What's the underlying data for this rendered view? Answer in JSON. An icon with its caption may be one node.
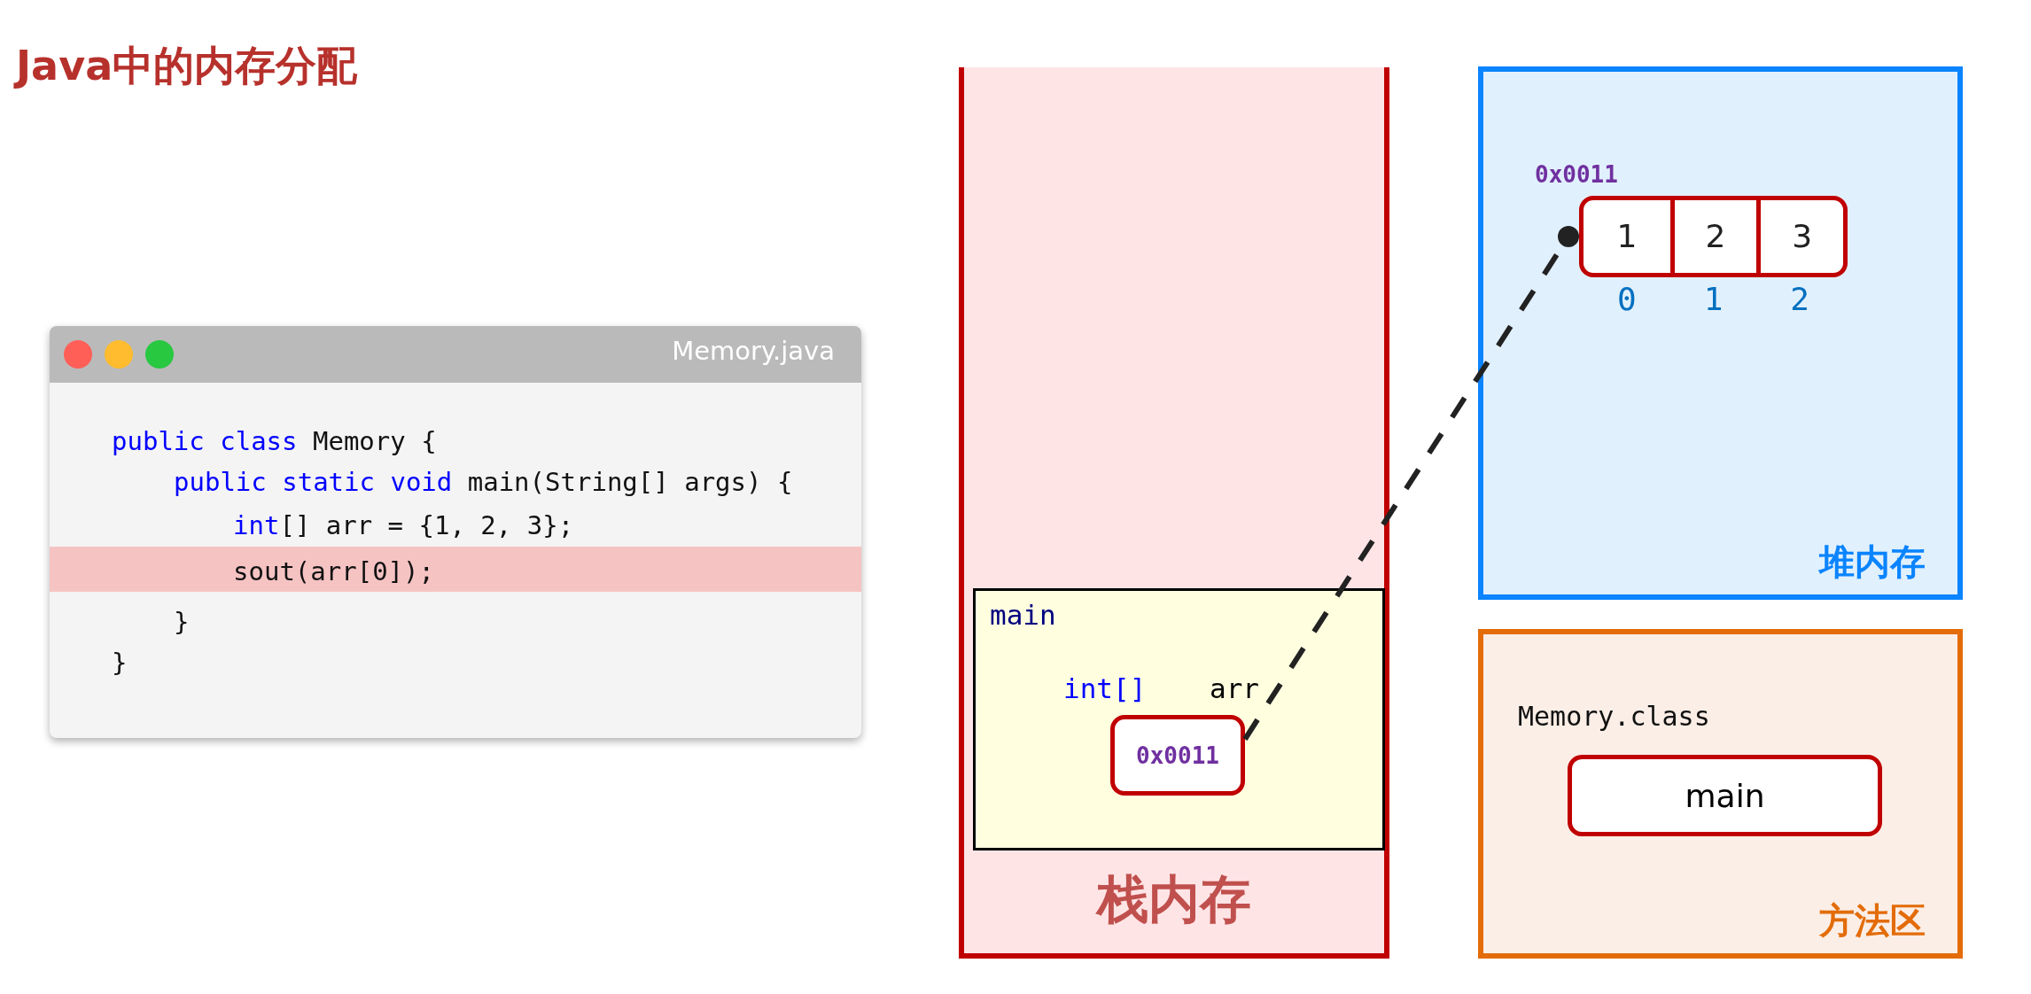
{
  "diagram": {
    "title": "Java中的内存分配",
    "nodes": [
      {
        "text": [
          "Memory.java",
          "public class Memory {",
          "public static void main(String[] args) {",
          "int[] arr = {1, 2, 3};",
          "sout(arr[0]);",
          "}",
          "}"
        ]
      },
      {
        "text": [
          "栈内存"
        ]
      },
      {
        "text": [
          "main",
          "int[]",
          "arr"
        ],
        "in": 1
      },
      {
        "text": [
          "0x0011"
        ],
        "in": 2
      },
      {
        "text": [
          "堆内存"
        ]
      },
      {
        "text": [
          "1",
          "2",
          "3"
        ],
        "beside": [
          "0x0011",
          "0",
          "1",
          "2"
        ],
        "in": 4
      },
      {
        "text": [
          "Memory.class",
          "方法区"
        ]
      },
      {
        "text": [
          "main"
        ],
        "in": 6
      }
    ],
    "edges": [
      {
        "from": 3,
        "to": 5,
        "arrow": "other",
        "style": "dashed"
      }
    ]
  }
}
